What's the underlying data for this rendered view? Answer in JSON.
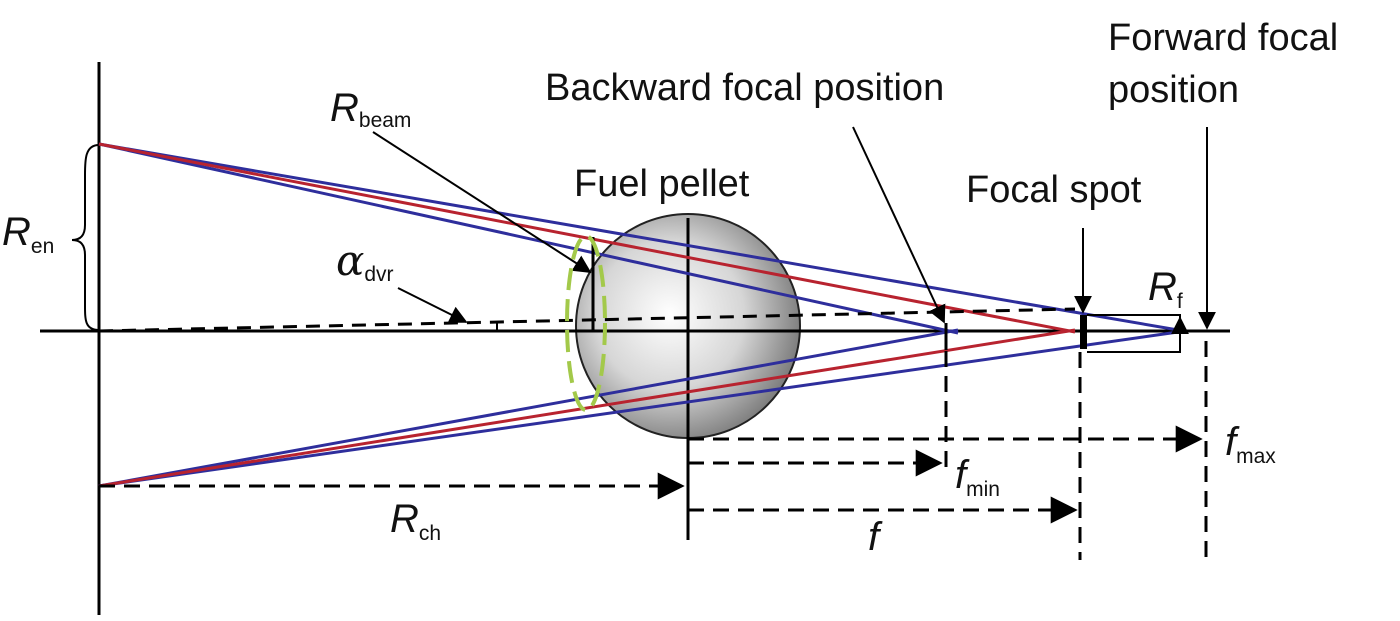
{
  "labels": {
    "r_beam": {
      "main": "R",
      "sub": "beam"
    },
    "r_en": {
      "main": "R",
      "sub": "en"
    },
    "alpha_dvr": {
      "main": "α",
      "sub": "dvr"
    },
    "r_ch": {
      "main": "R",
      "sub": "ch"
    },
    "r_f": {
      "main": "R",
      "sub": "f"
    },
    "f_min": {
      "main": "f",
      "sub": "min"
    },
    "f_max": {
      "main": "f",
      "sub": "max"
    },
    "f": "f",
    "fuel_pellet": "Fuel pellet",
    "focal_spot": "Focal spot",
    "backward_focal": "Backward focal position",
    "forward_focal_line1": "Forward focal",
    "forward_focal_line2": "position"
  },
  "colors": {
    "blue_ray": "#2e2e9c",
    "red_ray": "#b8232f",
    "green_ellipse": "#a3c94a",
    "axis": "#000000"
  }
}
